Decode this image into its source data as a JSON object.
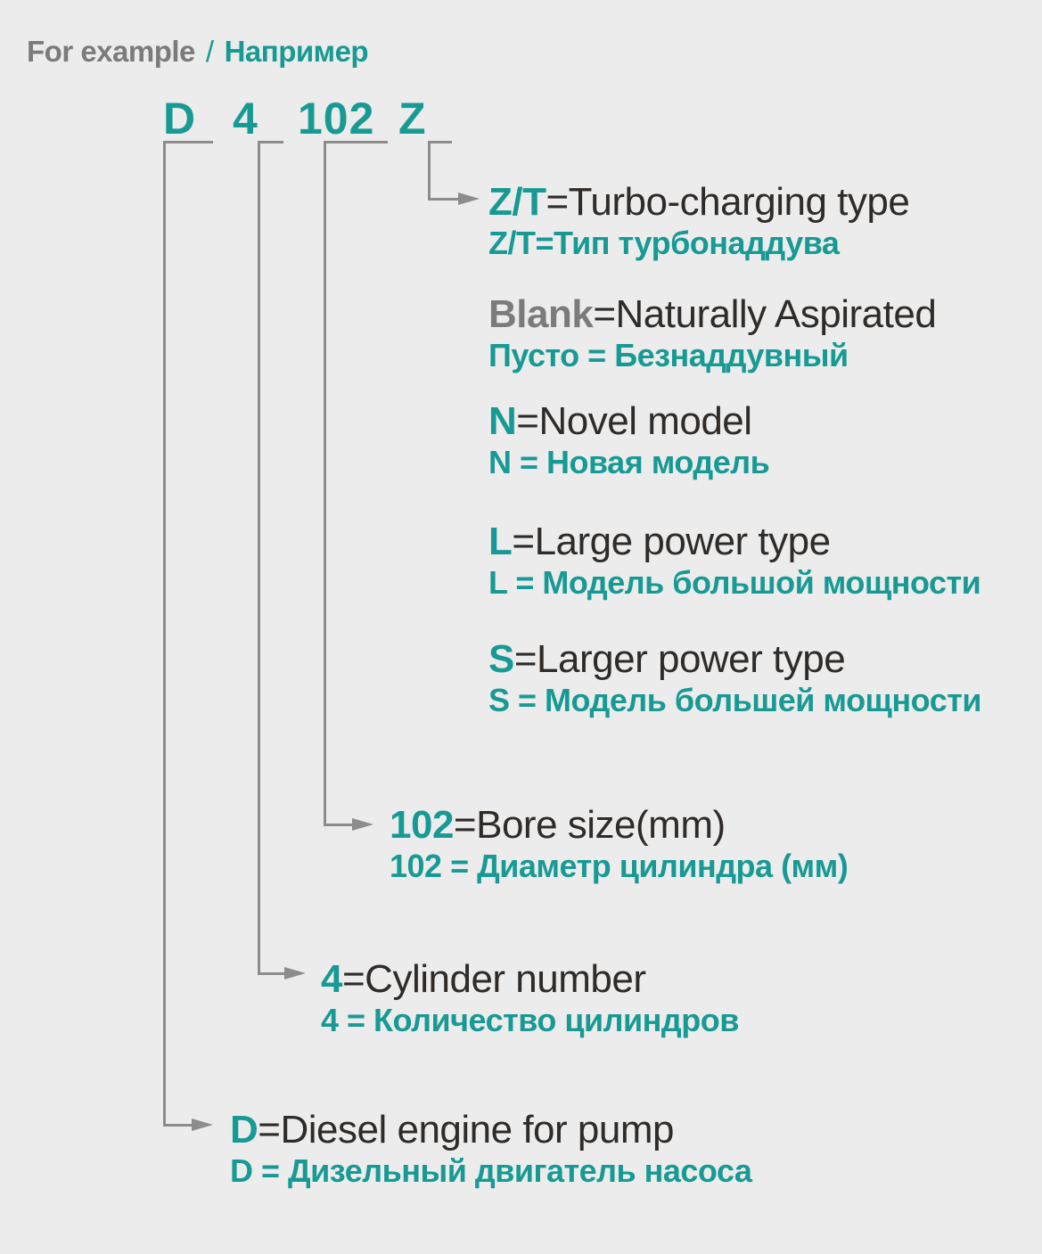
{
  "header": {
    "en": "For example",
    "sep": "/",
    "ru": "Например"
  },
  "code": {
    "chars": [
      "D",
      "4",
      "102",
      "Z"
    ]
  },
  "entries": [
    {
      "prefix": "Z/T",
      "en_rest": "=Turbo-charging type",
      "ru": "Z/T=Тип турбонаддува"
    },
    {
      "prefix": "Blank",
      "en_rest": "=Naturally Aspirated",
      "ru": "Пусто = Безнаддувный"
    },
    {
      "prefix": "N",
      "en_rest": "=Novel model",
      "ru": "N = Новая модель"
    },
    {
      "prefix": "L",
      "en_rest": "=Large power type",
      "ru": "L = Модель большой мощности"
    },
    {
      "prefix": "S",
      "en_rest": "=Larger power type",
      "ru": "S = Модель большей мощности"
    },
    {
      "prefix": "102",
      "en_rest": "=Bore size(mm)",
      "ru": "102 = Диаметр цилиндра (мм)"
    },
    {
      "prefix": "4",
      "en_rest": "=Cylinder number",
      "ru": "4 = Количество цилиндров"
    },
    {
      "prefix": "D",
      "en_rest": "=Diesel engine for pump",
      "ru": "D = Дизельный двигатель насоса"
    }
  ],
  "colors": {
    "background": "#ececec",
    "teal": "#189a94",
    "dark": "#2e2b29",
    "gray": "#7b7b7b",
    "line": "#8c8c8c"
  }
}
